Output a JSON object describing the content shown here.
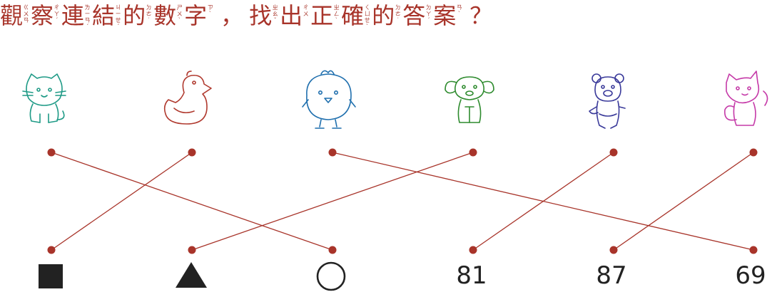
{
  "title": {
    "chars": [
      {
        "ch": "觀",
        "zy": "ㄍㄨㄢ"
      },
      {
        "ch": "察",
        "zy": "ㄔㄚˊ"
      },
      {
        "ch": "連",
        "zy": "ㄌㄧㄢˊ"
      },
      {
        "ch": "結",
        "zy": "ㄐㄧㄝˊ"
      },
      {
        "ch": "的",
        "zy": "ㄉㄜ˙"
      },
      {
        "ch": "數",
        "zy": "ㄕㄨˋ"
      },
      {
        "ch": "字",
        "zy": "ㄗˋ"
      },
      {
        "ch": "，",
        "zy": ""
      },
      {
        "ch": "找",
        "zy": "ㄓㄠˇ"
      },
      {
        "ch": "出",
        "zy": "ㄔㄨ"
      },
      {
        "ch": "正",
        "zy": "ㄓㄥˋ"
      },
      {
        "ch": "確",
        "zy": "ㄑㄩㄝˋ"
      },
      {
        "ch": "的",
        "zy": "ㄉㄜ˙"
      },
      {
        "ch": "答",
        "zy": "ㄉㄚˊ"
      },
      {
        "ch": "案",
        "zy": "ㄢˋ"
      },
      {
        "ch": "？",
        "zy": ""
      }
    ]
  },
  "animals": [
    {
      "name": "cat",
      "color": "#1e9a86"
    },
    {
      "name": "duck",
      "color": "#b0392e"
    },
    {
      "name": "chick",
      "color": "#1f6fae"
    },
    {
      "name": "dog",
      "color": "#2e8b2e"
    },
    {
      "name": "bear",
      "color": "#3a3a9a"
    },
    {
      "name": "fox",
      "color": "#c53aa8"
    }
  ],
  "answers": [
    {
      "type": "square",
      "text": ""
    },
    {
      "type": "triangle",
      "text": ""
    },
    {
      "type": "circle",
      "text": ""
    },
    {
      "type": "number",
      "text": "81"
    },
    {
      "type": "number",
      "text": "87"
    },
    {
      "type": "number",
      "text": "69"
    }
  ],
  "connections": [
    [
      0,
      2
    ],
    [
      1,
      0
    ],
    [
      2,
      5
    ],
    [
      3,
      1
    ],
    [
      4,
      3
    ],
    [
      5,
      4
    ]
  ],
  "line_color": "#a8342a"
}
